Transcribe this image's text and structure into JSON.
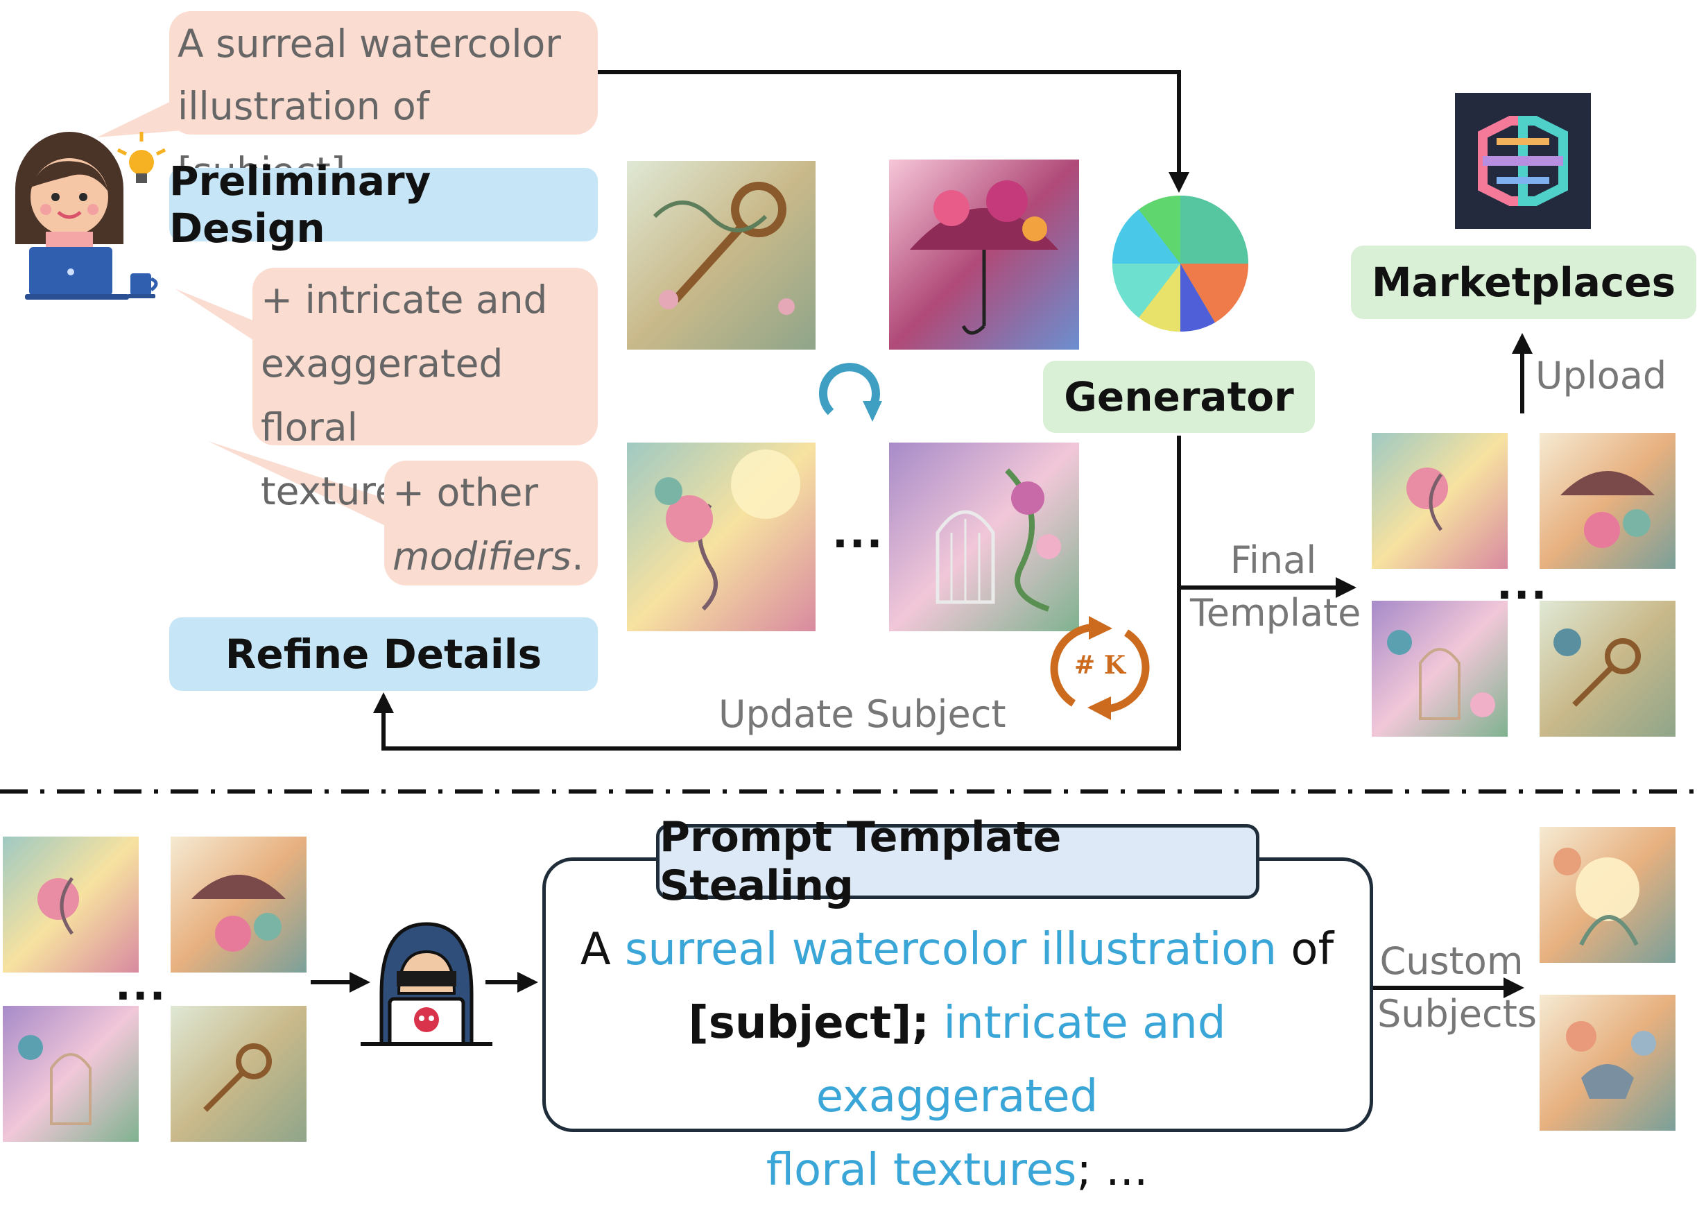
{
  "bubbles": {
    "prompt_line1": "A surreal watercolor",
    "prompt_line2": "illustration of [subject].",
    "mod1_line1": "+ intricate and",
    "mod1_line2": "exaggerated floral",
    "mod1_line3": "textures.",
    "mod2_line1": "+ other",
    "mod2_line2": "modifiers",
    "mod2_period": "."
  },
  "tags": {
    "preliminary": "Preliminary Design",
    "refine": "Refine Details",
    "generator": "Generator",
    "marketplaces": "Marketplaces"
  },
  "labels": {
    "upload": "Upload",
    "final_line1": "Final",
    "final_line2": "Template",
    "update_subject": "Update Subject",
    "custom_line1": "Custom",
    "custom_line2": "Subjects",
    "loop_badge": "# K"
  },
  "ellipsis": "...",
  "stealing": {
    "title": "Prompt Template Stealing",
    "l1_a": "A ",
    "l1_hl": "surreal watercolor illustration",
    "l1_b": " of",
    "l2_bold": "[subject];",
    "l2_hl": " intricate and exaggerated",
    "l3_hl": "floral textures",
    "l3_b": "; ..."
  },
  "icons": {
    "designer": "designer-laptop-icon",
    "lightbulb": "lightbulb-icon",
    "cup": "coffee-cup-icon",
    "color_wheel": "color-wheel-icon",
    "marketplace_logo": "brain-logo-icon",
    "refresh": "refresh-icon",
    "hacker": "hacker-icon",
    "loop": "loop-icon"
  },
  "colors": {
    "bubble": "#fadcd0",
    "tag_blue": "#c6e6f7",
    "tag_green": "#d9f0d6",
    "highlight": "#3aa6d8",
    "loop": "#cc6a1e",
    "refresh": "#3f9fc2"
  }
}
